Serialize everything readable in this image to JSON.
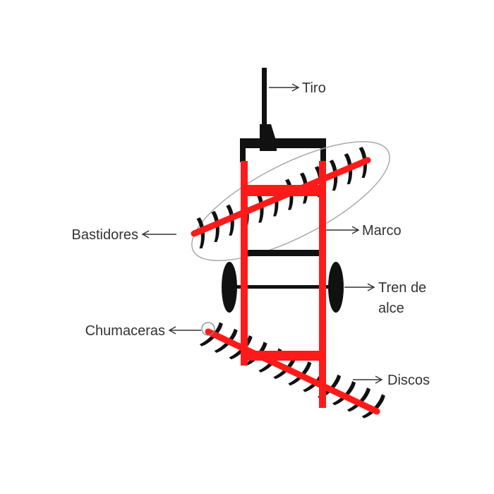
{
  "labels": {
    "tiro": "Tiro",
    "marco": "Marco",
    "bastidores": "Bastidores",
    "tren_line1": "Tren de",
    "tren_line2": "alce",
    "chumaceras": "Chumaceras",
    "discos": "Discos"
  },
  "colors": {
    "frame": "#ff1a1a",
    "black": "#111111",
    "text": "#333333",
    "outline": "#aaaaaa"
  }
}
